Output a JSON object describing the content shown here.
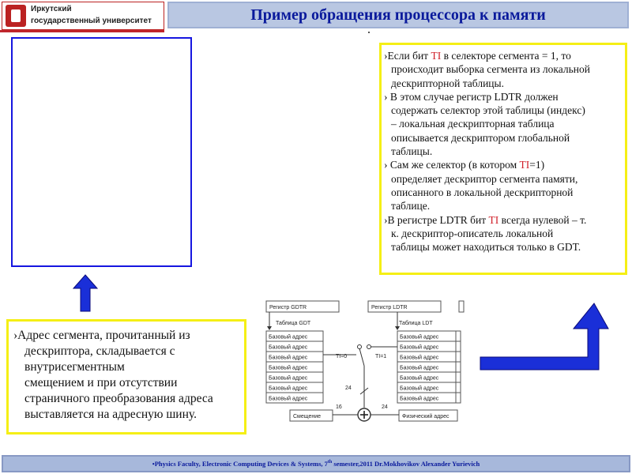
{
  "header": {
    "logo_line1": "Иркутский",
    "logo_line2": "государственный университет",
    "title": "Пример обращения процессора к памяти"
  },
  "right_box": {
    "lines": [
      {
        "parts": [
          "Если бит ",
          "TI",
          "  в селекторе сегмента = 1, то"
        ],
        "bullet": true
      },
      {
        "parts": [
          "происходит выборка сегмента из локальной"
        ]
      },
      {
        "parts": [
          "дескрипторной таблицы."
        ]
      },
      {
        "parts": [
          " В этом случае регистр LDTR должен"
        ],
        "bullet": true
      },
      {
        "parts": [
          "содержать селектор этой таблицы (индекс)"
        ]
      },
      {
        "parts": [
          "– локальная дескрипторная таблица"
        ]
      },
      {
        "parts": [
          "описывается дескриптором глобальной"
        ]
      },
      {
        "parts": [
          "таблицы."
        ]
      },
      {
        "parts": [
          " Сам же селектор (в котором ",
          "TI",
          "=1)"
        ],
        "bullet": true
      },
      {
        "parts": [
          "определяет дескриптор сегмента памяти,"
        ]
      },
      {
        "parts": [
          "описанного в локальной дескрипторной"
        ]
      },
      {
        "parts": [
          "таблице."
        ]
      },
      {
        "parts": [
          "В регистре LDTR бит ",
          "TI",
          " всегда нулевой – т."
        ],
        "bullet": true
      },
      {
        "parts": [
          "к. дескриптор-описатель локальной"
        ]
      },
      {
        "parts": [
          "таблицы может находиться только в GDT."
        ]
      }
    ]
  },
  "bottom_box": {
    "lines": [
      {
        "text": "Адрес сегмента, прочитанный из",
        "bullet": true
      },
      {
        "text": "дескриптора, складывается с"
      },
      {
        "text": "внутрисегментным"
      },
      {
        "text": "смещением и при отсутствии"
      },
      {
        "text": "страничного преобразования адреса"
      },
      {
        "text": "выставляется на адресную шину."
      }
    ]
  },
  "diagram": {
    "gdtr_label": "Регистр GDTR",
    "ldtr_label": "Регистр LDTR",
    "gdt_label": "Таблица GDT",
    "ldt_label": "Таблица LDT",
    "row_label": "Базовый адрес",
    "ti0": "TI=0",
    "ti1": "TI=1",
    "offset_label": "Смещение",
    "phys_label": "Физический адрес",
    "bits_24": "24",
    "bits_16": "16",
    "bits_24b": "24"
  },
  "footer": {
    "prefix": "•Physics Faculty, Electronic Computing Devices & Systems, 7",
    "sup": "th",
    "suffix": " semester,2011 Dr.Mokhovikov Alexander Yurievich"
  },
  "colors": {
    "title_text": "#0a1a9c",
    "title_bg": "#b9c7e2",
    "frame_blue": "#1616e0",
    "highlight_yellow": "#f5ef15",
    "ti_red": "#d0202a",
    "arrow_blue": "#1a2fd8"
  }
}
